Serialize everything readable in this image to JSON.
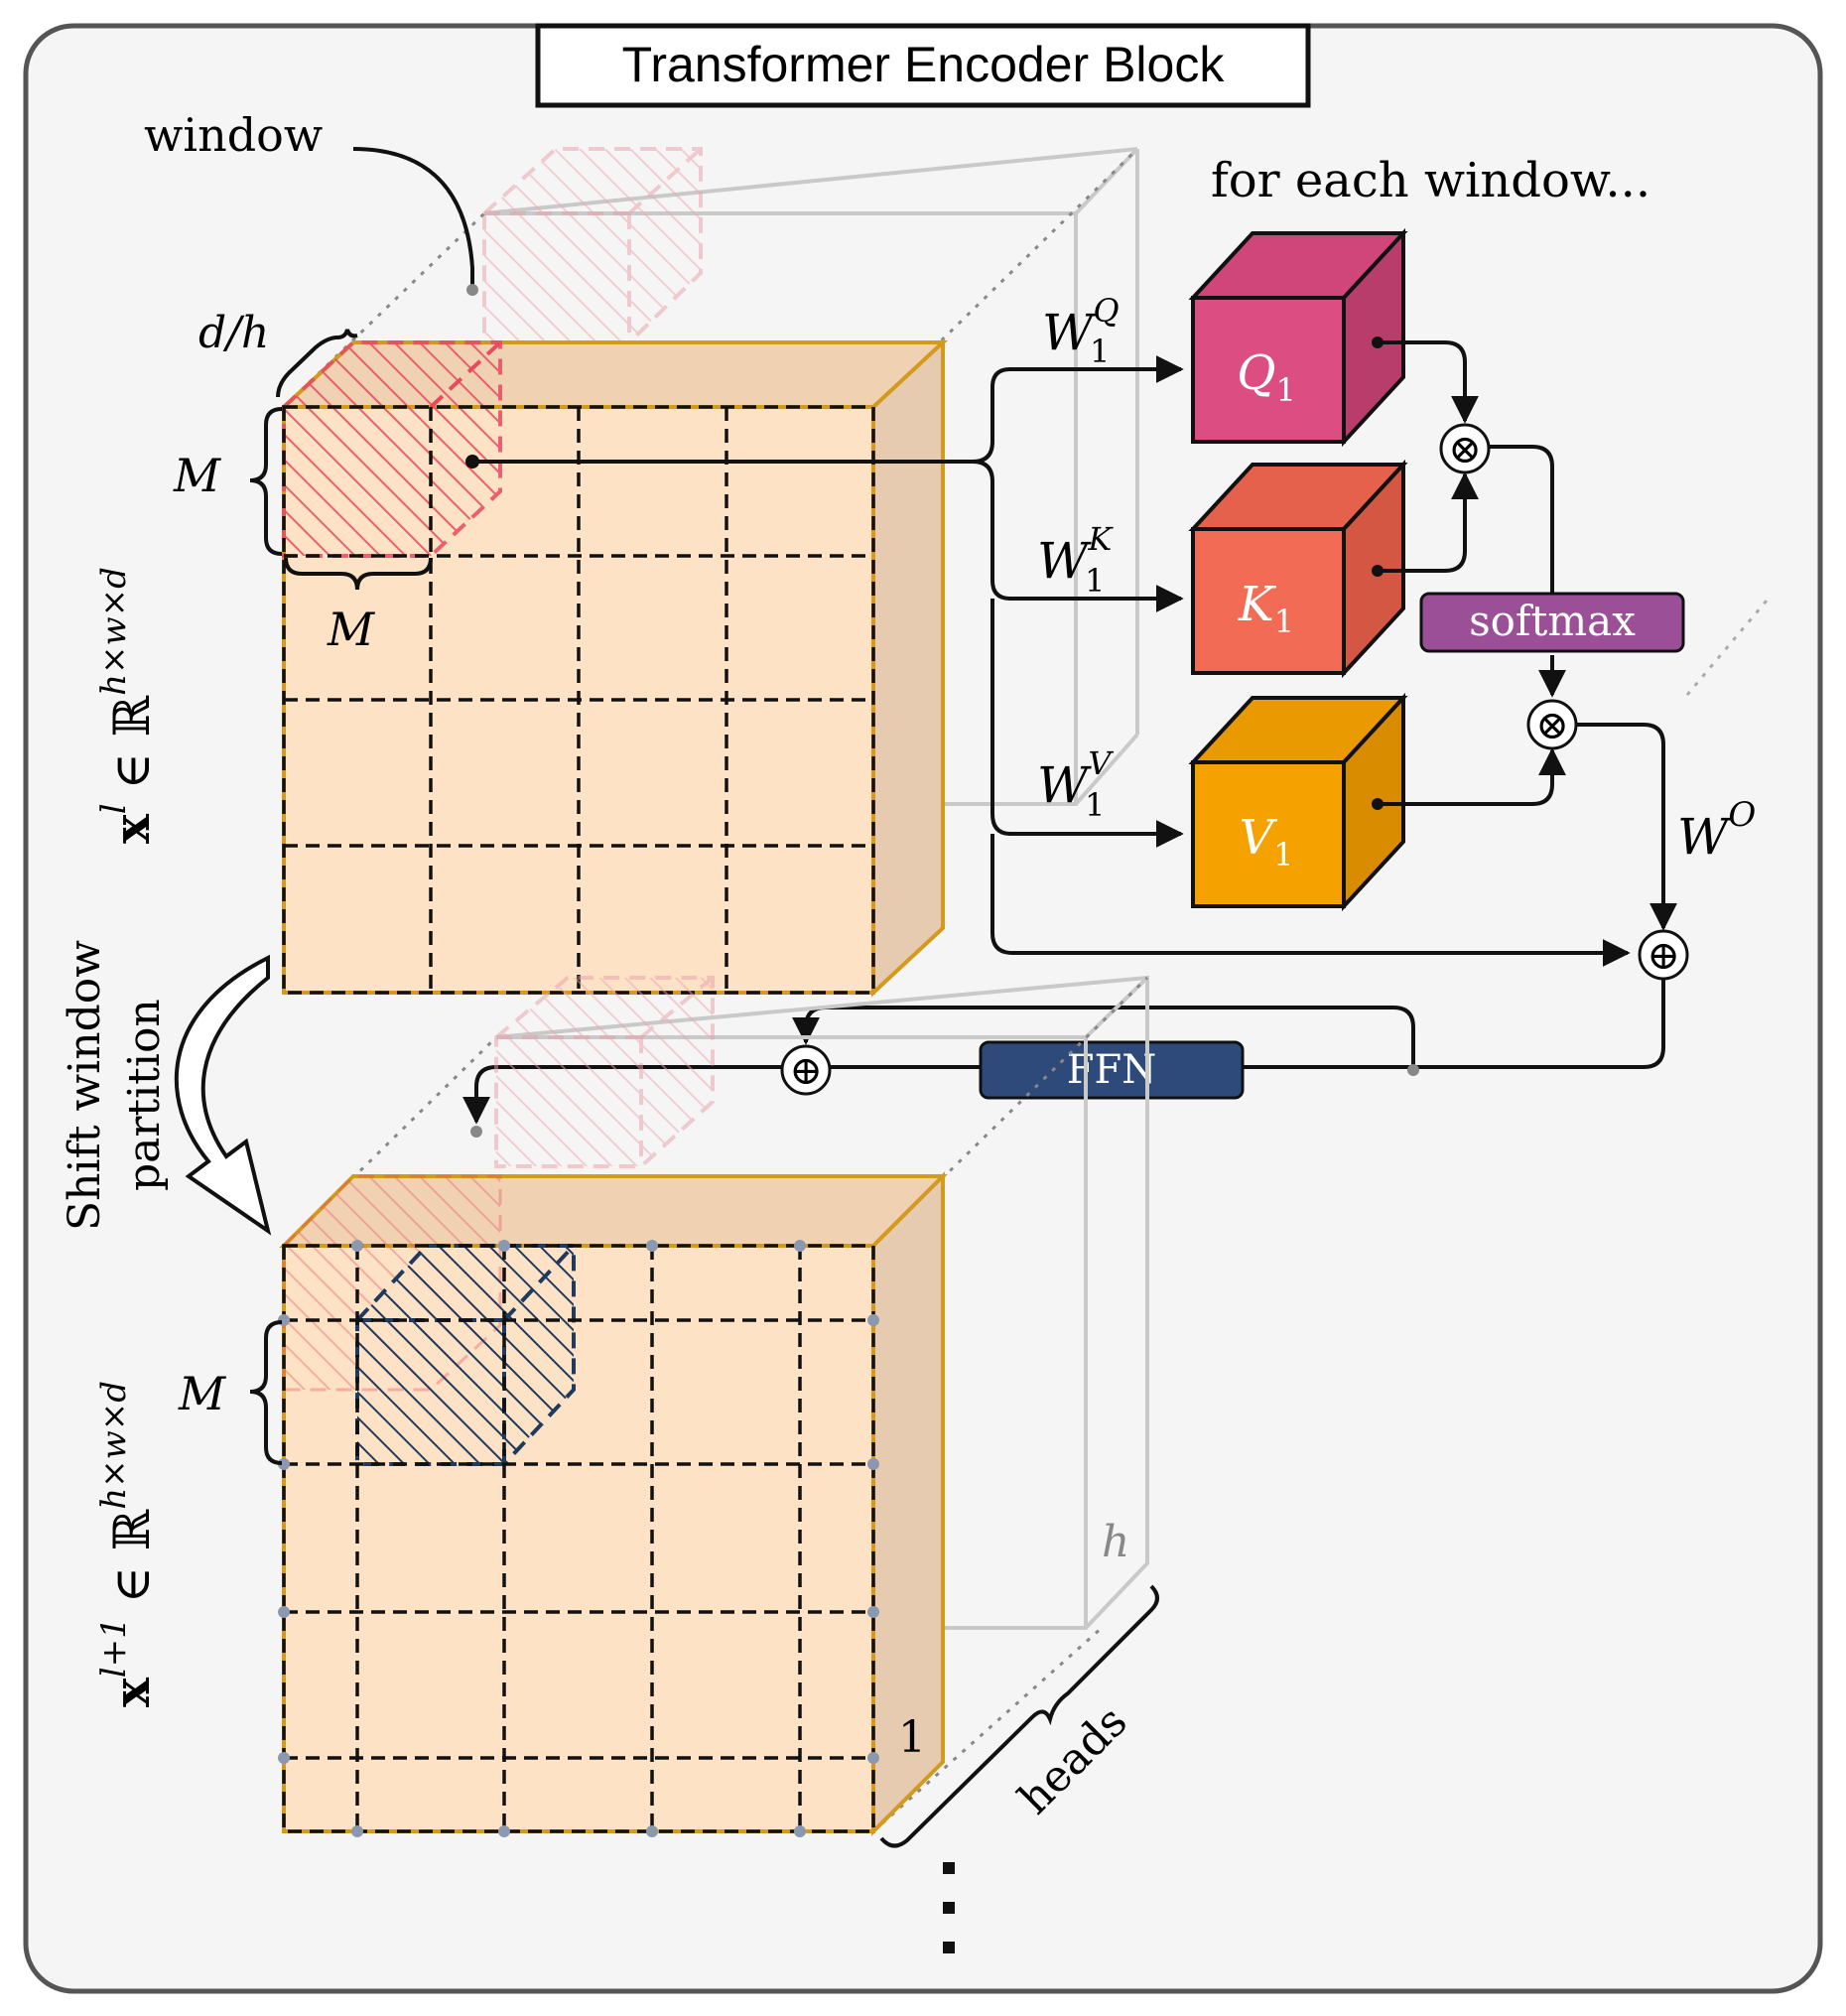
{
  "title": "Transformer Encoder Block",
  "labels": {
    "window": "window",
    "for_each_window": "for each window...",
    "d_over_h": "d/h",
    "M": "M",
    "shift_line1": "Shift window",
    "shift_line2": "partition",
    "heads": "heads",
    "h": "h",
    "one": "1",
    "ellipsis_dots": "⋮",
    "softmax": "softmax",
    "ffn": "FFN",
    "otimes": "⊗",
    "oplus": "⊕"
  },
  "inputs": {
    "x_l_var": "x",
    "x_l_sup": "l",
    "x_l_set": "∈ ℝ",
    "x_l_dims": "h×w×d",
    "x_l1_var": "x",
    "x_l1_sup": "l+1",
    "x_l1_set": "∈ ℝ",
    "x_l1_dims": "h×w×d"
  },
  "weights": {
    "W": "W",
    "sub1": "1",
    "Q": "Q",
    "K": "K",
    "V": "V",
    "O": "O"
  },
  "cubes": {
    "Q": {
      "letter": "Q",
      "sub": "1",
      "front": "#dc4e82",
      "top": "#d0467a",
      "side": "#b83d6b"
    },
    "K": {
      "letter": "K",
      "sub": "1",
      "front": "#f26b55",
      "top": "#e6614c",
      "side": "#d45744"
    },
    "V": {
      "letter": "V",
      "sub": "1",
      "front": "#f5a100",
      "top": "#e99a00",
      "side": "#d98c00"
    }
  },
  "colors": {
    "tensor_fill": "#fde2c6",
    "tensor_side": "#e7cbb0",
    "tensor_edge": "#d49a1e",
    "window_red": "#e84a5f",
    "window_blue": "#1f3a5f",
    "softmax": "#9b4f96",
    "ffn": "#2e4a7a"
  }
}
